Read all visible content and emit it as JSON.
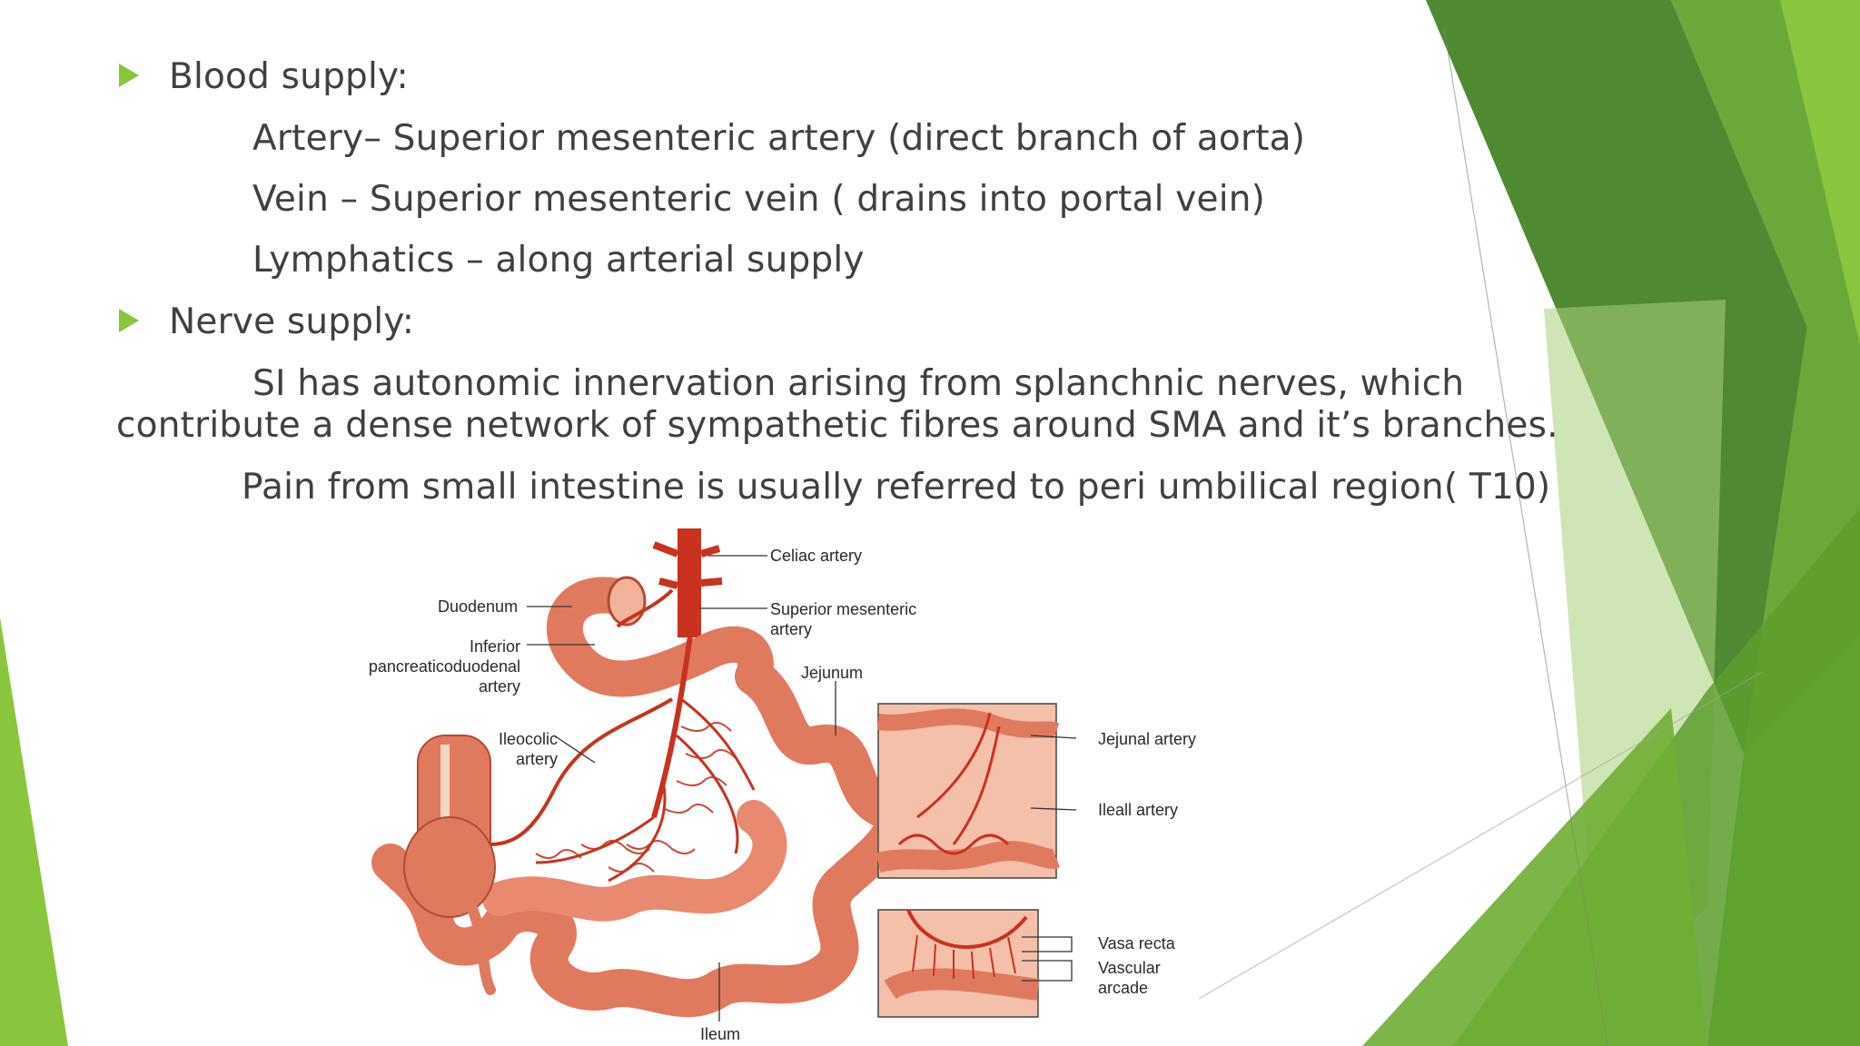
{
  "slide": {
    "bullets": [
      {
        "label": "Blood supply:"
      },
      {
        "label": "Nerve supply:"
      }
    ],
    "blood_supply_lines": [
      "Artery– Superior mesenteric artery (direct branch of aorta)",
      "Vein – Superior mesenteric vein ( drains into portal vein)",
      "Lymphatics – along arterial supply"
    ],
    "nerve_line_1": "SI has autonomic innervation arising from splanchnic nerves, which",
    "nerve_line_2": "contribute a dense network of sympathetic fibres around SMA and it’s branches.",
    "pain_line": "Pain from small intestine is usually referred to peri umbilical region( T10)"
  },
  "figure": {
    "labels": {
      "celiac": "Celiac artery",
      "sma_1": "Superior mesenteric",
      "sma_2": "artery",
      "duodenum": "Duodenum",
      "ipd_1": "Inferior",
      "ipd_2": "pancreaticoduodenal",
      "ipd_3": "artery",
      "jejunum": "Jejunum",
      "ileocolic_1": "Ileocolic",
      "ileocolic_2": "artery",
      "jejunal_artery": "Jejunal artery",
      "ileal_artery": "Ileall artery",
      "vasa_recta": "Vasa recta",
      "arcade_1": "Vascular",
      "arcade_2": "arcade",
      "ileum": "Ileum"
    }
  },
  "colors": {
    "accent_green": "#8ac53e",
    "dark_green": "#4f8a32",
    "mid_green": "#6aa83a",
    "intestine": "#e07a5f",
    "artery": "#c8321e"
  }
}
